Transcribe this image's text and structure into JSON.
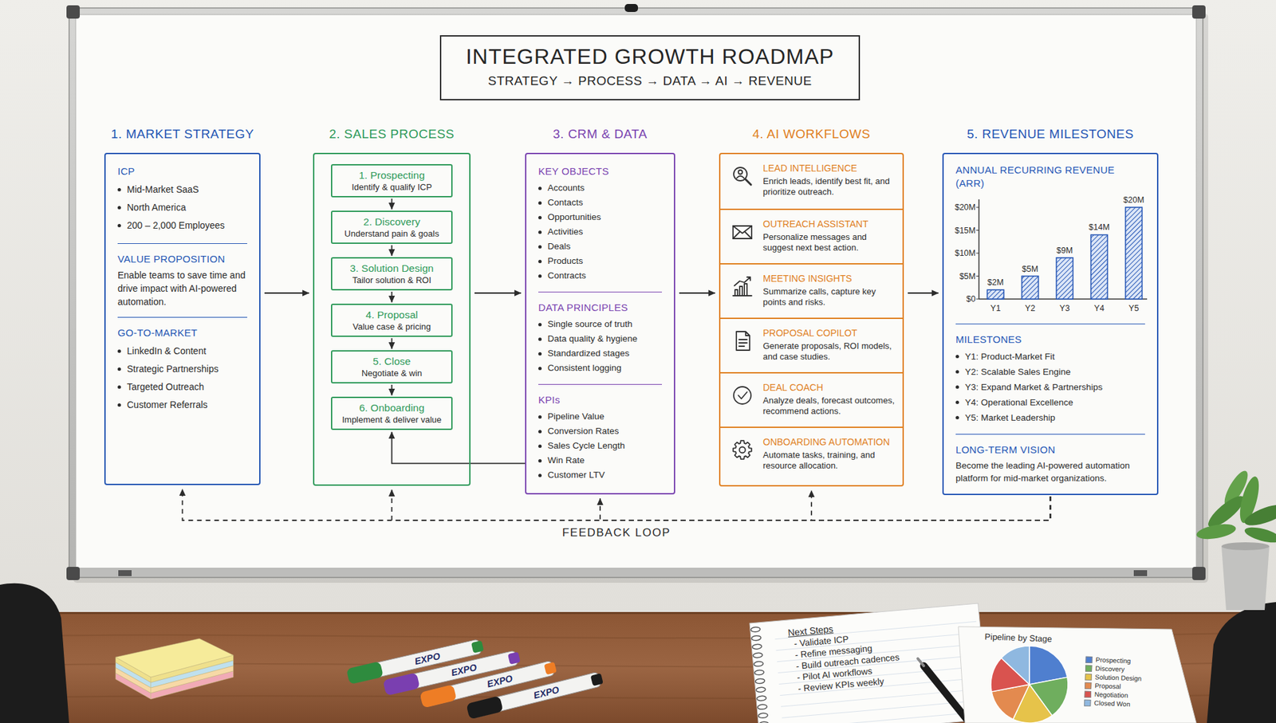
{
  "diagram": {
    "title": "INTEGRATED GROWTH ROADMAP",
    "nodes": [
      {
        "text": [
          "1. MARKET STRATEGY",
          "ICP",
          "Mid-Market SaaS",
          "North America",
          "200 – 2,000 Employees",
          "VALUE PROPOSITION",
          "Enable teams to save time and drive impact with AI-powered automation.",
          "GO-TO-MARKET",
          "LinkedIn & Content",
          "Strategic Partnerships",
          "Targeted Outreach",
          "Customer Referrals"
        ]
      },
      {
        "text": [
          "2. SALES PROCESS"
        ]
      },
      {
        "text": [
          "1. Prospecting",
          "Identify & qualify ICP"
        ],
        "in": 1
      },
      {
        "text": [
          "2. Discovery",
          "Understand pain & goals"
        ],
        "in": 1
      },
      {
        "text": [
          "3. Solution Design",
          "Tailor solution & ROI"
        ],
        "in": 1
      },
      {
        "text": [
          "4. Proposal",
          "Value case & pricing"
        ],
        "in": 1
      },
      {
        "text": [
          "5. Close",
          "Negotiate & win"
        ],
        "in": 1
      },
      {
        "text": [
          "6. Onboarding",
          "Implement & deliver value"
        ],
        "in": 1
      },
      {
        "text": [
          "3. CRM & DATA",
          "KEY OBJECTS",
          "Accounts",
          "Contacts",
          "Opportunities",
          "Activities",
          "Deals",
          "Products",
          "Contracts",
          "DATA PRINCIPLES",
          "Single source of truth",
          "Data quality & hygiene",
          "Standardized stages",
          "Consistent logging",
          "KPIs",
          "Pipeline Value",
          "Conversion Rates",
          "Sales Cycle Length",
          "Win Rate",
          "Customer LTV"
        ]
      },
      {
        "text": [
          "4. AI WORKFLOWS"
        ]
      },
      {
        "text": [
          "LEAD INTELLIGENCE",
          "Enrich leads, identify best fit, and prioritize outreach."
        ],
        "in": 9
      },
      {
        "text": [
          "OUTREACH ASSISTANT",
          "Personalize messages and suggest next best action."
        ],
        "in": 9
      },
      {
        "text": [
          "MEETING INSIGHTS",
          "Summarize calls, capture key points and risks."
        ],
        "in": 9
      },
      {
        "text": [
          "PROPOSAL COPILOT",
          "Generate proposals, ROI models, and case studies."
        ],
        "in": 9
      },
      {
        "text": [
          "DEAL COACH",
          "Analyze deals, forecast outcomes, recommend actions."
        ],
        "in": 9
      },
      {
        "text": [
          "ONBOARDING AUTOMATION",
          "Automate tasks, training, and resource allocation."
        ],
        "in": 9
      },
      {
        "text": [
          "5. REVENUE MILESTONES",
          "ANNUAL RECURRING REVENUE (ARR)",
          "MILESTONES",
          "Y1: Product-Market Fit",
          "Y2: Scalable Sales Engine",
          "Y3: Expand Market & Partnerships",
          "Y4: Operational Excellence",
          "Y5: Market Leadership",
          "LONG-TERM VISION",
          "Become the leading AI-powered automation platform for mid-market organizations."
        ]
      }
    ],
    "edges": [
      {
        "from": 0,
        "to": 1,
        "arrow": "to"
      },
      {
        "from": 2,
        "to": 3,
        "arrow": "to"
      },
      {
        "from": 3,
        "to": 4,
        "arrow": "to"
      },
      {
        "from": 4,
        "to": 5,
        "arrow": "to"
      },
      {
        "from": 5,
        "to": 6,
        "arrow": "to"
      },
      {
        "from": 6,
        "to": 7,
        "arrow": "to"
      },
      {
        "from": 8,
        "to": 7,
        "arrow": "to"
      },
      {
        "from": 1,
        "to": 8,
        "arrow": "to"
      },
      {
        "from": 8,
        "to": 9,
        "arrow": "to"
      },
      {
        "from": 9,
        "to": 16,
        "arrow": "to"
      },
      {
        "from": 16,
        "to": 0,
        "arrow": "to"
      },
      {
        "from": 16,
        "to": 1,
        "arrow": "to"
      },
      {
        "from": 16,
        "to": 8,
        "arrow": "to"
      },
      {
        "from": 16,
        "to": 9,
        "arrow": "to"
      }
    ],
    "labels": [
      "STRATEGY → PROCESS → DATA → AI → REVENUE",
      "$20M",
      "$15M",
      "$10M",
      "$5M",
      "$0",
      "Y1",
      "Y2",
      "Y3",
      "Y4",
      "Y5",
      "$2M",
      "$5M",
      "$9M",
      "$14M",
      "$20M",
      "FEEDBACK LOOP",
      "EXPO",
      "EXPO",
      "EXPO",
      "EXPO",
      "Next Steps",
      "- Validate ICP",
      "- Refine messaging",
      "- Build outreach cadences",
      "- Pilot AI workflows",
      "- Review KPIs weekly",
      "Pipeline by Stage"
    ],
    "legend": [
      {
        "text": "Prospecting",
        "color": "#4f7fcf"
      },
      {
        "text": "Discovery",
        "color": "#6fae5e"
      },
      {
        "text": "Solution Design",
        "color": "#e6c34a"
      },
      {
        "text": "Proposal",
        "color": "#e38a4f"
      },
      {
        "text": "Negotiation",
        "color": "#d9534f"
      },
      {
        "text": "Closed Won",
        "color": "#8fb8e0"
      }
    ]
  }
}
